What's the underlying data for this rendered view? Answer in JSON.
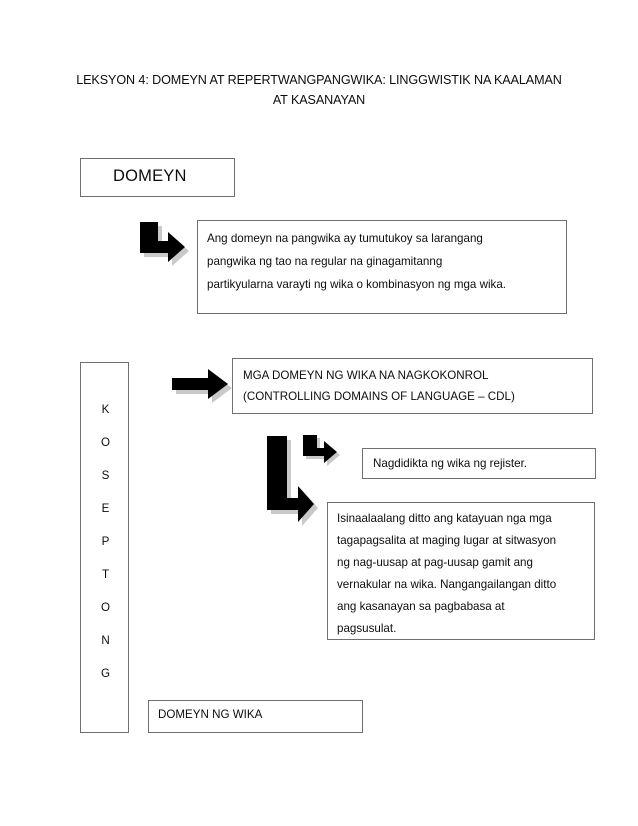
{
  "document": {
    "title_line1": "LEKSYON 4: DOMEYN AT REPERTWANGPANGWIKA: LINGGWISTIK NA KAALAMAN",
    "title_line2": "AT KASANAYAN"
  },
  "diagram": {
    "domeyn_box": {
      "label": "DOMEYN"
    },
    "definition_box": {
      "line1": "Ang domeyn na pangwika ay tumutukoy sa larangang",
      "line2": "pangwika ng tao  na regular na ginagamitanng",
      "line3": "partikyularna varayti ng wika o  kombinasyon ng mga wika."
    },
    "koseptong_box": {
      "letters": [
        "K",
        "O",
        "S",
        "E",
        "P",
        "T",
        "O",
        "N",
        "G"
      ]
    },
    "cdl_box": {
      "line1": "MGA DOMEYN NG WIKA NA NAGKOKONROL",
      "line2": "(CONTROLLING DOMAINS OF LANGUAGE – CDL)"
    },
    "rejister_box": {
      "text": "Nagdidikta ng wika ng rejister."
    },
    "katayuan_box": {
      "line1": "Isinaalaalang ditto ang katayuan nga mga",
      "line2": "tagapagsalita at maging lugar at sitwasyon",
      "line3": "ng nag-uusap at pag-uusap gamit ang",
      "line4": "vernakular na wika. Nangangailangan ditto",
      "line5": "ang kasanayan sa pagbabasa at",
      "line6": "pagsusulat."
    },
    "domeyn_ng_wika_box": {
      "label": "DOMEYN NG WIKA"
    },
    "arrows": {
      "elbow_to_definition": "elbow-arrow-down-right-icon",
      "straight_to_cdl": "right-arrow-icon",
      "small_elbow_to_rejister": "elbow-arrow-down-right-icon",
      "large_elbow_to_katayuan": "elbow-arrow-down-right-icon"
    }
  },
  "colors": {
    "border": "#6f6f6f",
    "text": "#0d0d0d",
    "arrow_fill": "#000000",
    "arrow_shadow": "#bfbfbf",
    "background": "#ffffff"
  }
}
